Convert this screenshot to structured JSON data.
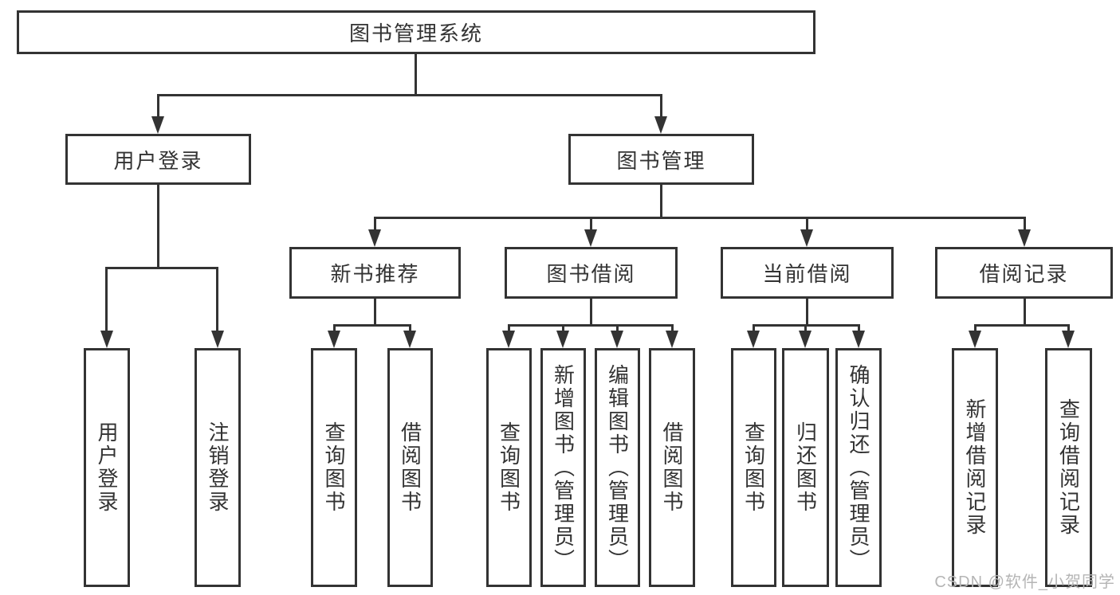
{
  "colors": {
    "line": "#333333",
    "text": "#333333",
    "box_background": "#ffffff",
    "page_background": "#ffffff",
    "watermark": "#b5b5b5"
  },
  "watermark": "CSDN @软件_小贺同学",
  "nodes": {
    "root": "图书管理系统",
    "l2": {
      "user_login": "用户登录",
      "book_management": "图书管理"
    },
    "l3": {
      "new_book": "新书推荐",
      "borrow": "图书借阅",
      "current": "当前借阅",
      "records": "借阅记录"
    },
    "l4": {
      "login": "用户登录",
      "logout": "注销登录",
      "nb_query": "查询图书",
      "nb_borrow": "借阅图书",
      "bw_query": "查询图书",
      "bw_add": "新增图书（管理员）",
      "bw_edit": "编辑图书（管理员）",
      "bw_borrow": "借阅图书",
      "cu_query": "查询图书",
      "cu_return": "归还图书",
      "cu_confirm": "确认归还（管理员）",
      "rc_add": "新增借阅记录",
      "rc_query": "查询借阅记录"
    }
  }
}
